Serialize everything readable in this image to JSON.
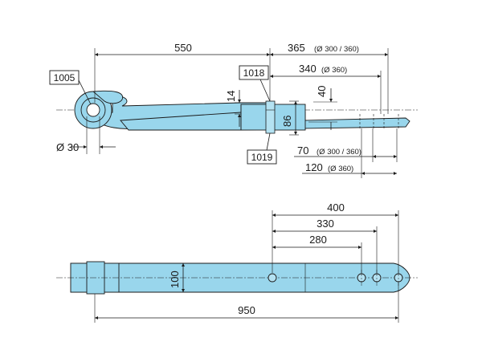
{
  "side_view": {
    "dim_overall_to_center": "550",
    "dim_365": "365",
    "dim_365_note": "(Ø 300 / 360)",
    "dim_340": "340",
    "dim_340_note": "(Ø 360)",
    "dim_40": "40",
    "dim_14": "14",
    "dim_86": "86",
    "dim_eye": "Ø 30",
    "dim_70": "70",
    "dim_70_note": "(Ø 300 / 360)",
    "dim_120": "120",
    "dim_120_note": "(Ø 360)",
    "part_eye_bushing": "1005",
    "part_top_plate": "1018",
    "part_bottom_plate": "1019"
  },
  "top_view": {
    "dim_400": "400",
    "dim_330": "330",
    "dim_280": "280",
    "dim_width": "100",
    "dim_overall_length": "950"
  },
  "colors": {
    "part_fill": "#99d6ec",
    "outline": "#1a1a1a"
  }
}
